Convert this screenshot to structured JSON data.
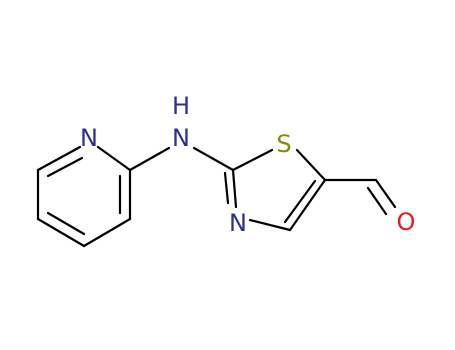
{
  "structure": {
    "atoms": [
      {
        "id": "n_pyridine",
        "symbol": "N",
        "color": "#2f2f8f"
      },
      {
        "id": "nh",
        "symbol": "N",
        "hydrogen": "H",
        "color": "#2f2f8f"
      },
      {
        "id": "s",
        "symbol": "S",
        "color": "#8a8a00"
      },
      {
        "id": "n_thiazole",
        "symbol": "N",
        "color": "#2f2f8f"
      },
      {
        "id": "o",
        "symbol": "O",
        "color": "#e02020"
      }
    ],
    "bond_color": "#000000"
  }
}
